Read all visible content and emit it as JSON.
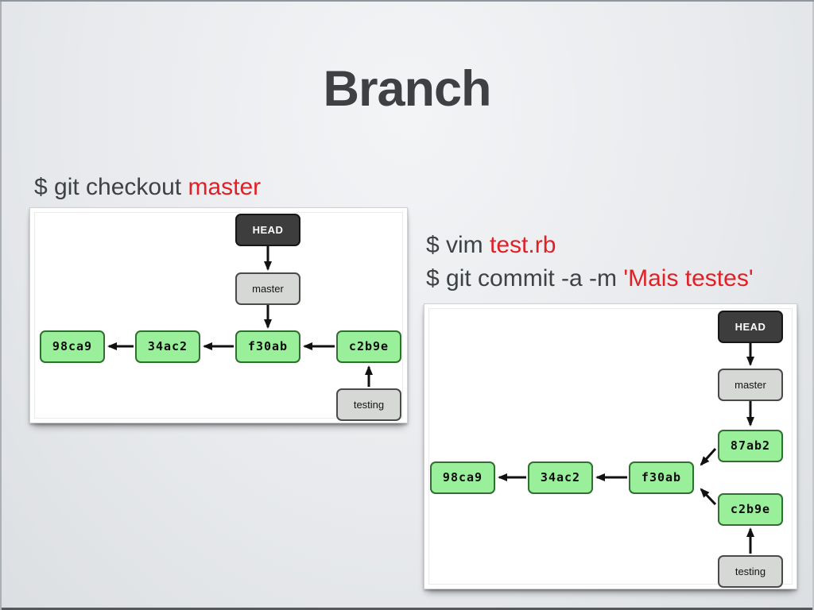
{
  "slide": {
    "title": "Branch"
  },
  "colors": {
    "background": "#e8eaed",
    "title_text": "#3e4043",
    "command_text": "#3e4245",
    "accent_red": "#e11f26",
    "commit_fill": "#9aef9a",
    "commit_border": "#2f6f2f",
    "ref_fill": "#d5d8d5",
    "head_fill": "#3d3d3d",
    "card_bg": "#ffffff"
  },
  "commands": {
    "checkout": {
      "prefix": "$ git checkout ",
      "highlight": "master"
    },
    "vim": {
      "prefix": "$ vim ",
      "highlight": "test.rb"
    },
    "commit": {
      "prefix": "$ git commit -a -m ",
      "highlight": "'Mais testes'"
    }
  },
  "diagram1": {
    "nodes": {
      "head": "HEAD",
      "master": "master",
      "c1": "98ca9",
      "c2": "34ac2",
      "c3": "f30ab",
      "c4": "c2b9e",
      "testing": "testing"
    }
  },
  "diagram2": {
    "nodes": {
      "head": "HEAD",
      "master": "master",
      "c1": "98ca9",
      "c2": "34ac2",
      "c3": "f30ab",
      "c4": "87ab2",
      "c5": "c2b9e",
      "testing": "testing"
    }
  }
}
